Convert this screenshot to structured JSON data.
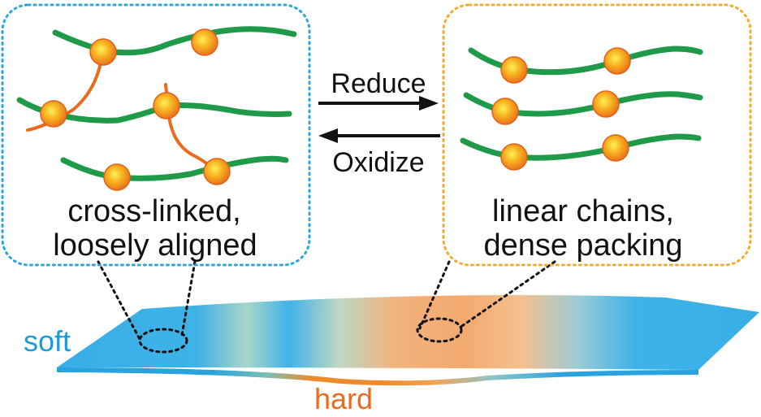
{
  "left_panel": {
    "caption_line1": "cross-linked,",
    "caption_line2": "loosely aligned",
    "border_color": "#2aa7dc"
  },
  "right_panel": {
    "caption_line1": "linear chains,",
    "caption_line2": "dense packing",
    "border_color": "#f2ad2c"
  },
  "arrows": {
    "forward_label": "Reduce",
    "reverse_label": "Oxidize"
  },
  "film": {
    "soft_label": "soft",
    "hard_label": "hard",
    "soft_color": "#36aee6",
    "hard_color": "#ef8a2a"
  },
  "colors": {
    "polymer_chain": "#1e9a48",
    "crosslink": "#ec6a1e",
    "node_fill": "#f7b21f",
    "node_edge": "#e0621b"
  }
}
